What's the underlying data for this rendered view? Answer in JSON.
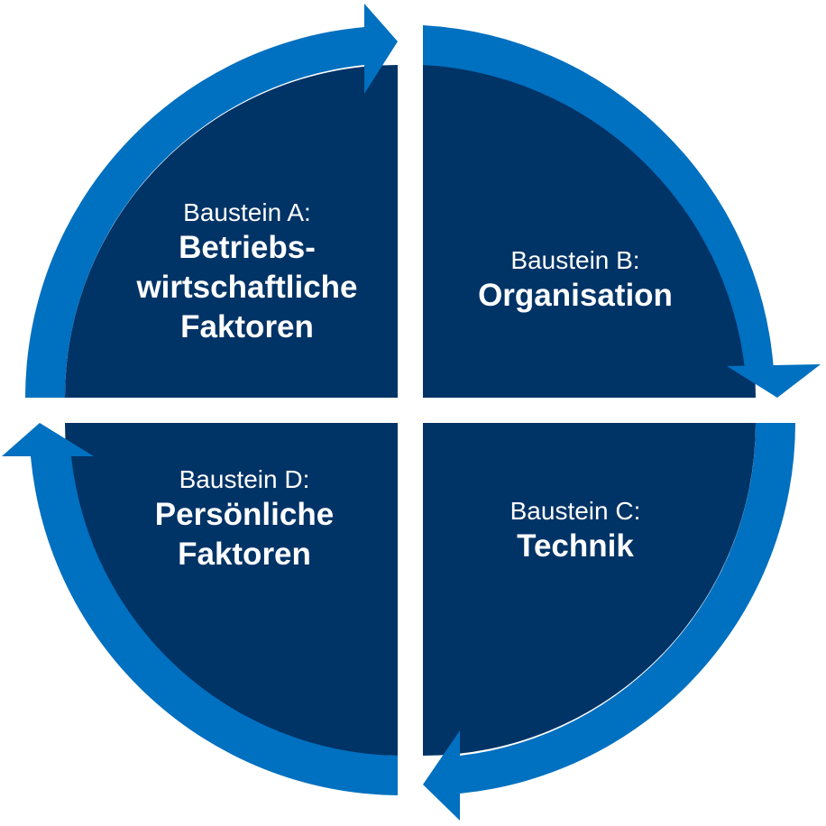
{
  "diagram": {
    "colors": {
      "quadrant_fill": "#003366",
      "arrow_ring": "#0070C0",
      "background": "#FFFFFF",
      "text": "#FFFFFF"
    },
    "quadrants": [
      {
        "id": "a",
        "position": "top-left",
        "subtitle": "Baustein A:",
        "title_lines": [
          "Betriebs-",
          "wirtschaftliche",
          "Faktoren"
        ]
      },
      {
        "id": "b",
        "position": "top-right",
        "subtitle": "Baustein B:",
        "title_lines": [
          "Organisation"
        ]
      },
      {
        "id": "c",
        "position": "bottom-right",
        "subtitle": "Baustein C:",
        "title_lines": [
          "Technik"
        ]
      },
      {
        "id": "d",
        "position": "bottom-left",
        "subtitle": "Baustein D:",
        "title_lines": [
          "Persönliche",
          "Faktoren"
        ]
      }
    ],
    "flow_direction": "clockwise"
  }
}
